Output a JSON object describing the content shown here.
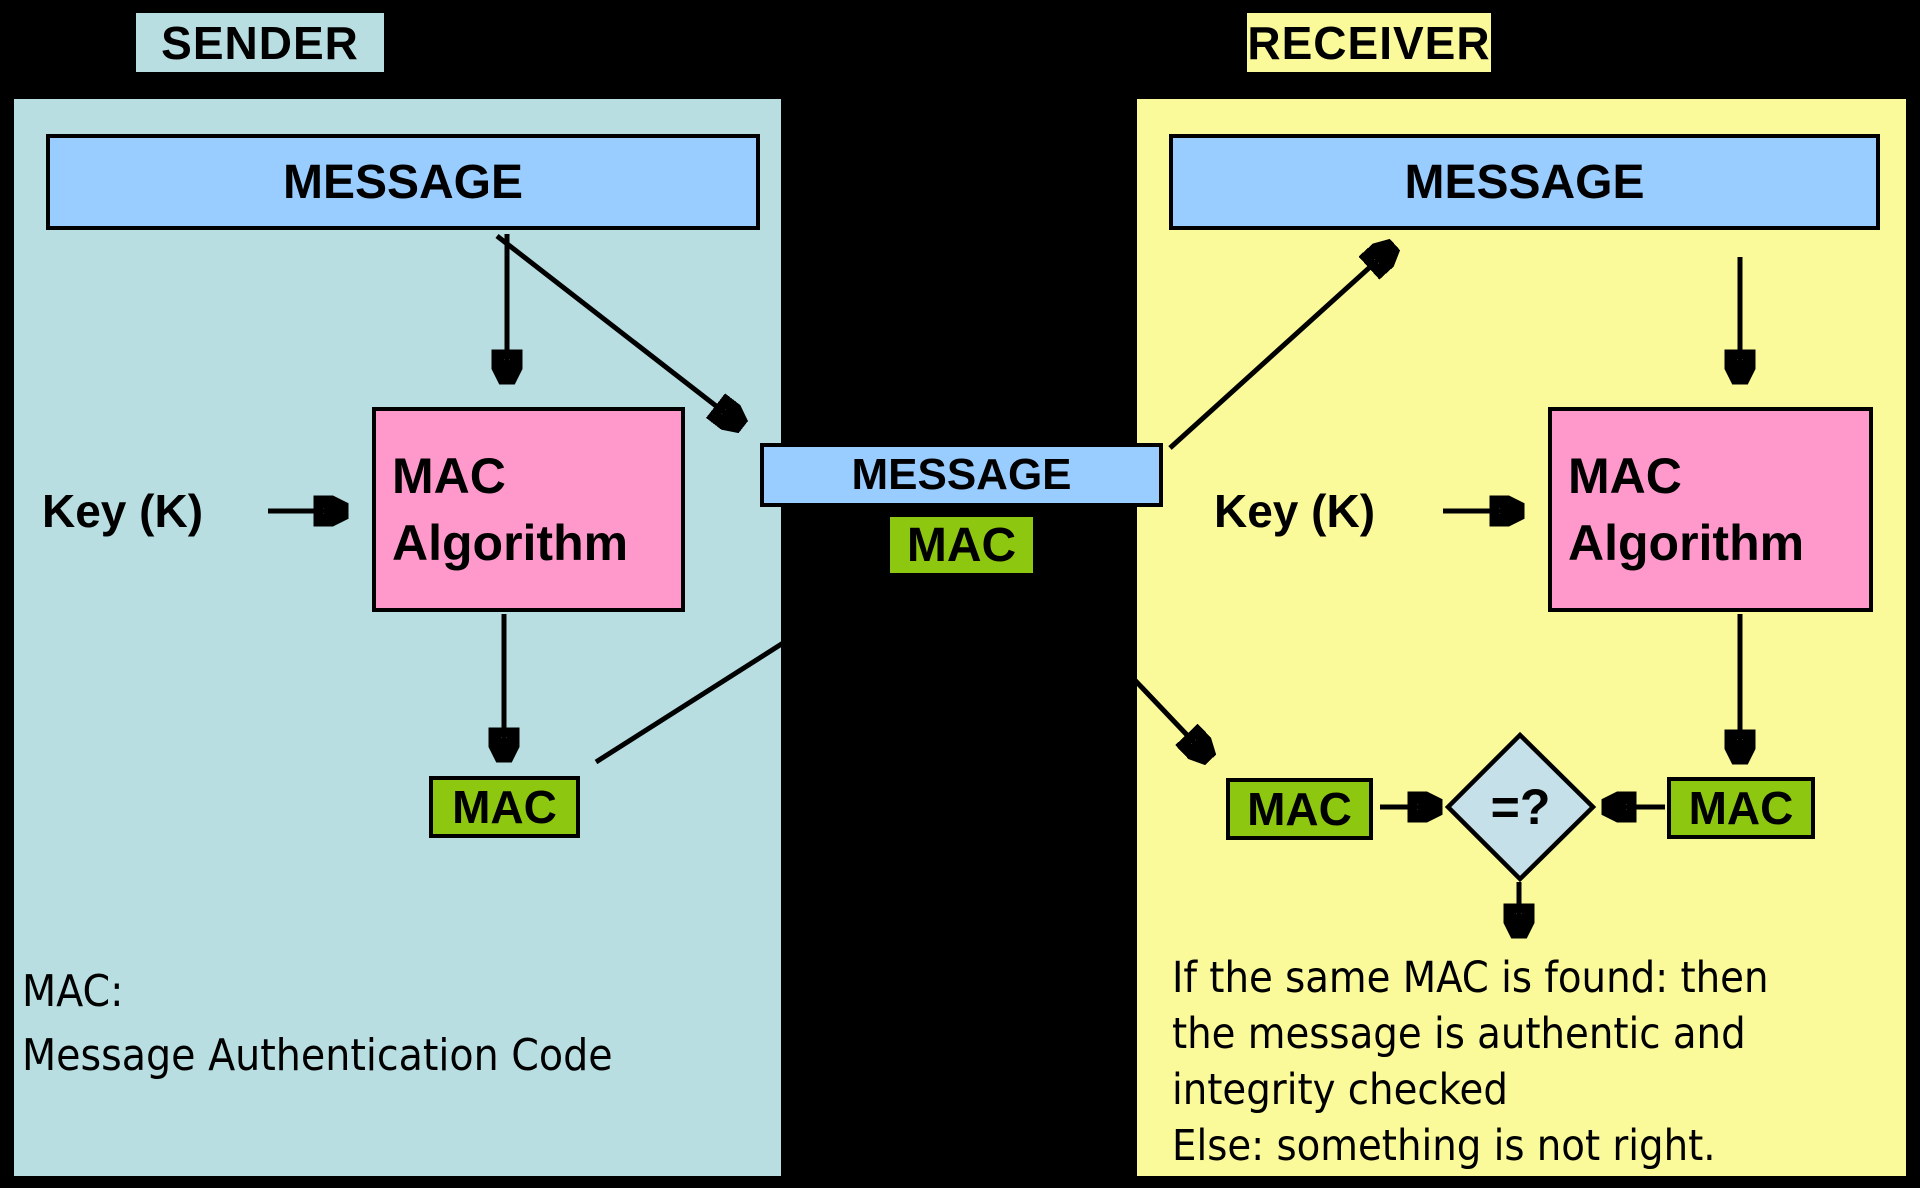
{
  "colors": {
    "bg": "#000000",
    "teal": "#b8dee2",
    "yellow": "#fafa9b",
    "blue": "#99ccff",
    "pink": "#ff99cc",
    "green": "#8ec70f",
    "diamond": "#c5e0e8",
    "line": "#000000"
  },
  "sender": {
    "label": "SENDER",
    "message": "MESSAGE",
    "key_label": "Key (K)",
    "algorithm_line1": "MAC",
    "algorithm_line2": "Algorithm",
    "mac": "MAC",
    "note_line1": "MAC:",
    "note_line2": "Message Authentication Code"
  },
  "channel": {
    "message": "MESSAGE",
    "mac": "MAC"
  },
  "receiver": {
    "label": "RECEIVER",
    "message": "MESSAGE",
    "key_label": "Key (K)",
    "algorithm_line1": "MAC",
    "algorithm_line2": "Algorithm",
    "mac_received": "MAC",
    "mac_computed": "MAC",
    "comparison": "=?",
    "result_line1": "If the same MAC is found: then",
    "result_line2": "the message is authentic and",
    "result_line3": "integrity checked",
    "result_line4": "Else: something is not right."
  }
}
